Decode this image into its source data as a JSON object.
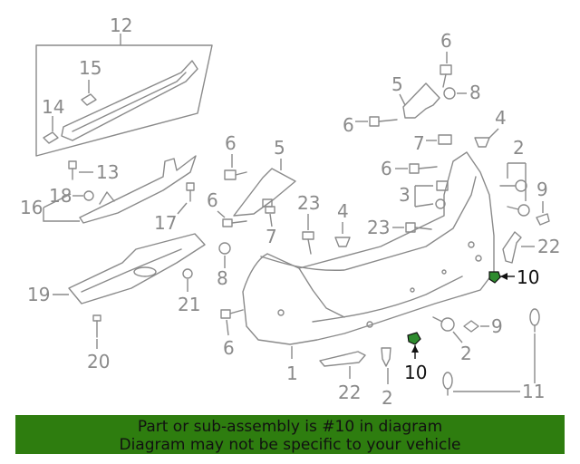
{
  "callouts": {
    "c12": "12",
    "c15": "15",
    "c14": "14",
    "c13": "13",
    "c18": "18",
    "c16": "16",
    "c17": "17",
    "c19": "19",
    "c21": "21",
    "c20": "20",
    "c6a": "6",
    "c5a": "5",
    "c8a": "8",
    "c6b": "6",
    "c7a": "7",
    "c4a": "4",
    "c2a": "2",
    "c6c": "6",
    "c3": "3",
    "c9a": "9",
    "c22a": "22",
    "c23a": "23",
    "c4b": "4",
    "c10a": "10",
    "c6d": "6",
    "c5b": "5",
    "c6e": "6",
    "c7b": "7",
    "c23b": "23",
    "c8b": "8",
    "c6f": "6",
    "c1": "1",
    "c22b": "22",
    "c2b": "2",
    "c10b": "10",
    "c2c": "2",
    "c9b": "9",
    "c11": "11"
  },
  "highlight_color": "#2e8b2e",
  "banner": {
    "line1": "Part or sub-assembly is #10 in diagram",
    "line2": "Diagram may not be specific to your vehicle",
    "color": "#2e7d0f"
  }
}
